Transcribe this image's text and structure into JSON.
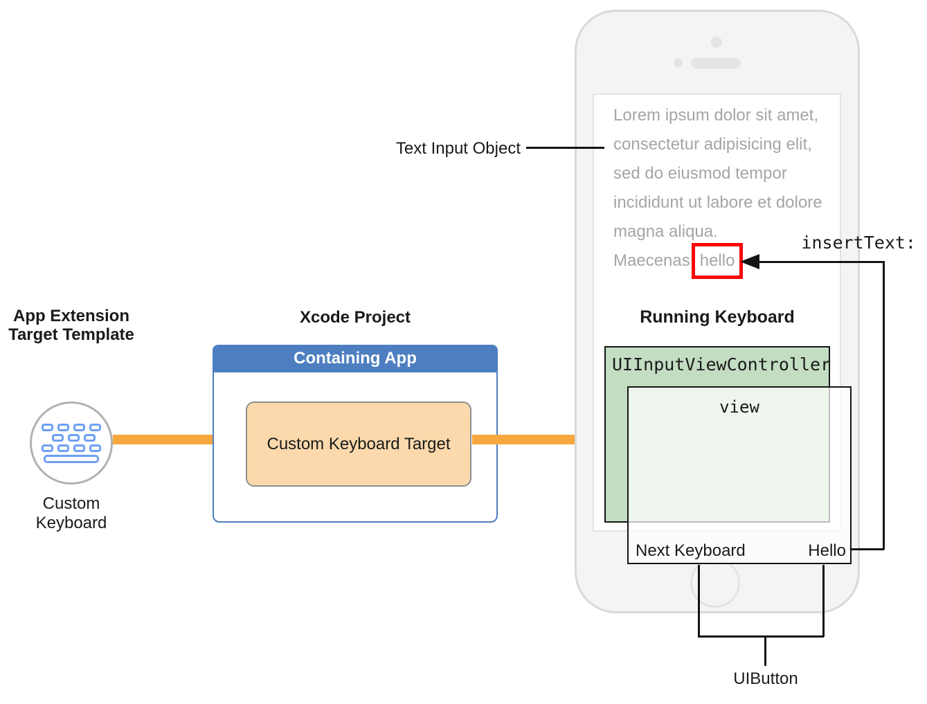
{
  "left": {
    "title_line1": "App Extension",
    "title_line2": "Target Template",
    "caption_line1": "Custom",
    "caption_line2": "Keyboard",
    "icon": "keyboard-icon"
  },
  "xcode": {
    "title": "Xcode Project",
    "container_label": "Containing App",
    "target_label": "Custom Keyboard Target"
  },
  "phone": {
    "text_input_object_label": "Text Input Object",
    "lorem_lines": [
      "Lorem ipsum dolor sit amet,",
      "consectetur adipisicing elit,",
      "sed do eiusmod tempor",
      "incididunt ut labore et dolore",
      "magna aliqua."
    ],
    "lorem_line6_prefix": "Maecenas",
    "highlighted_word": "hello",
    "insert_text_label": "insertText:",
    "running_keyboard_title": "Running Keyboard",
    "input_view_controller_label": "UIInputViewController",
    "view_label": "view",
    "next_keyboard_label": "Next Keyboard",
    "hello_label": "Hello",
    "uibutton_label": "UIButton"
  },
  "icons": [
    "keyboard-icon",
    "camera-dot-icon",
    "speaker-slot-icon",
    "home-button-icon"
  ],
  "colors": {
    "accent_orange": "#F6A73E",
    "highlight_red": "#FA0505",
    "container_blue": "#4D7EC0",
    "target_peach": "#FBD9AC",
    "controller_green": "#C3DDC3",
    "keyboard_icon_blue": "#6E9FF3"
  }
}
